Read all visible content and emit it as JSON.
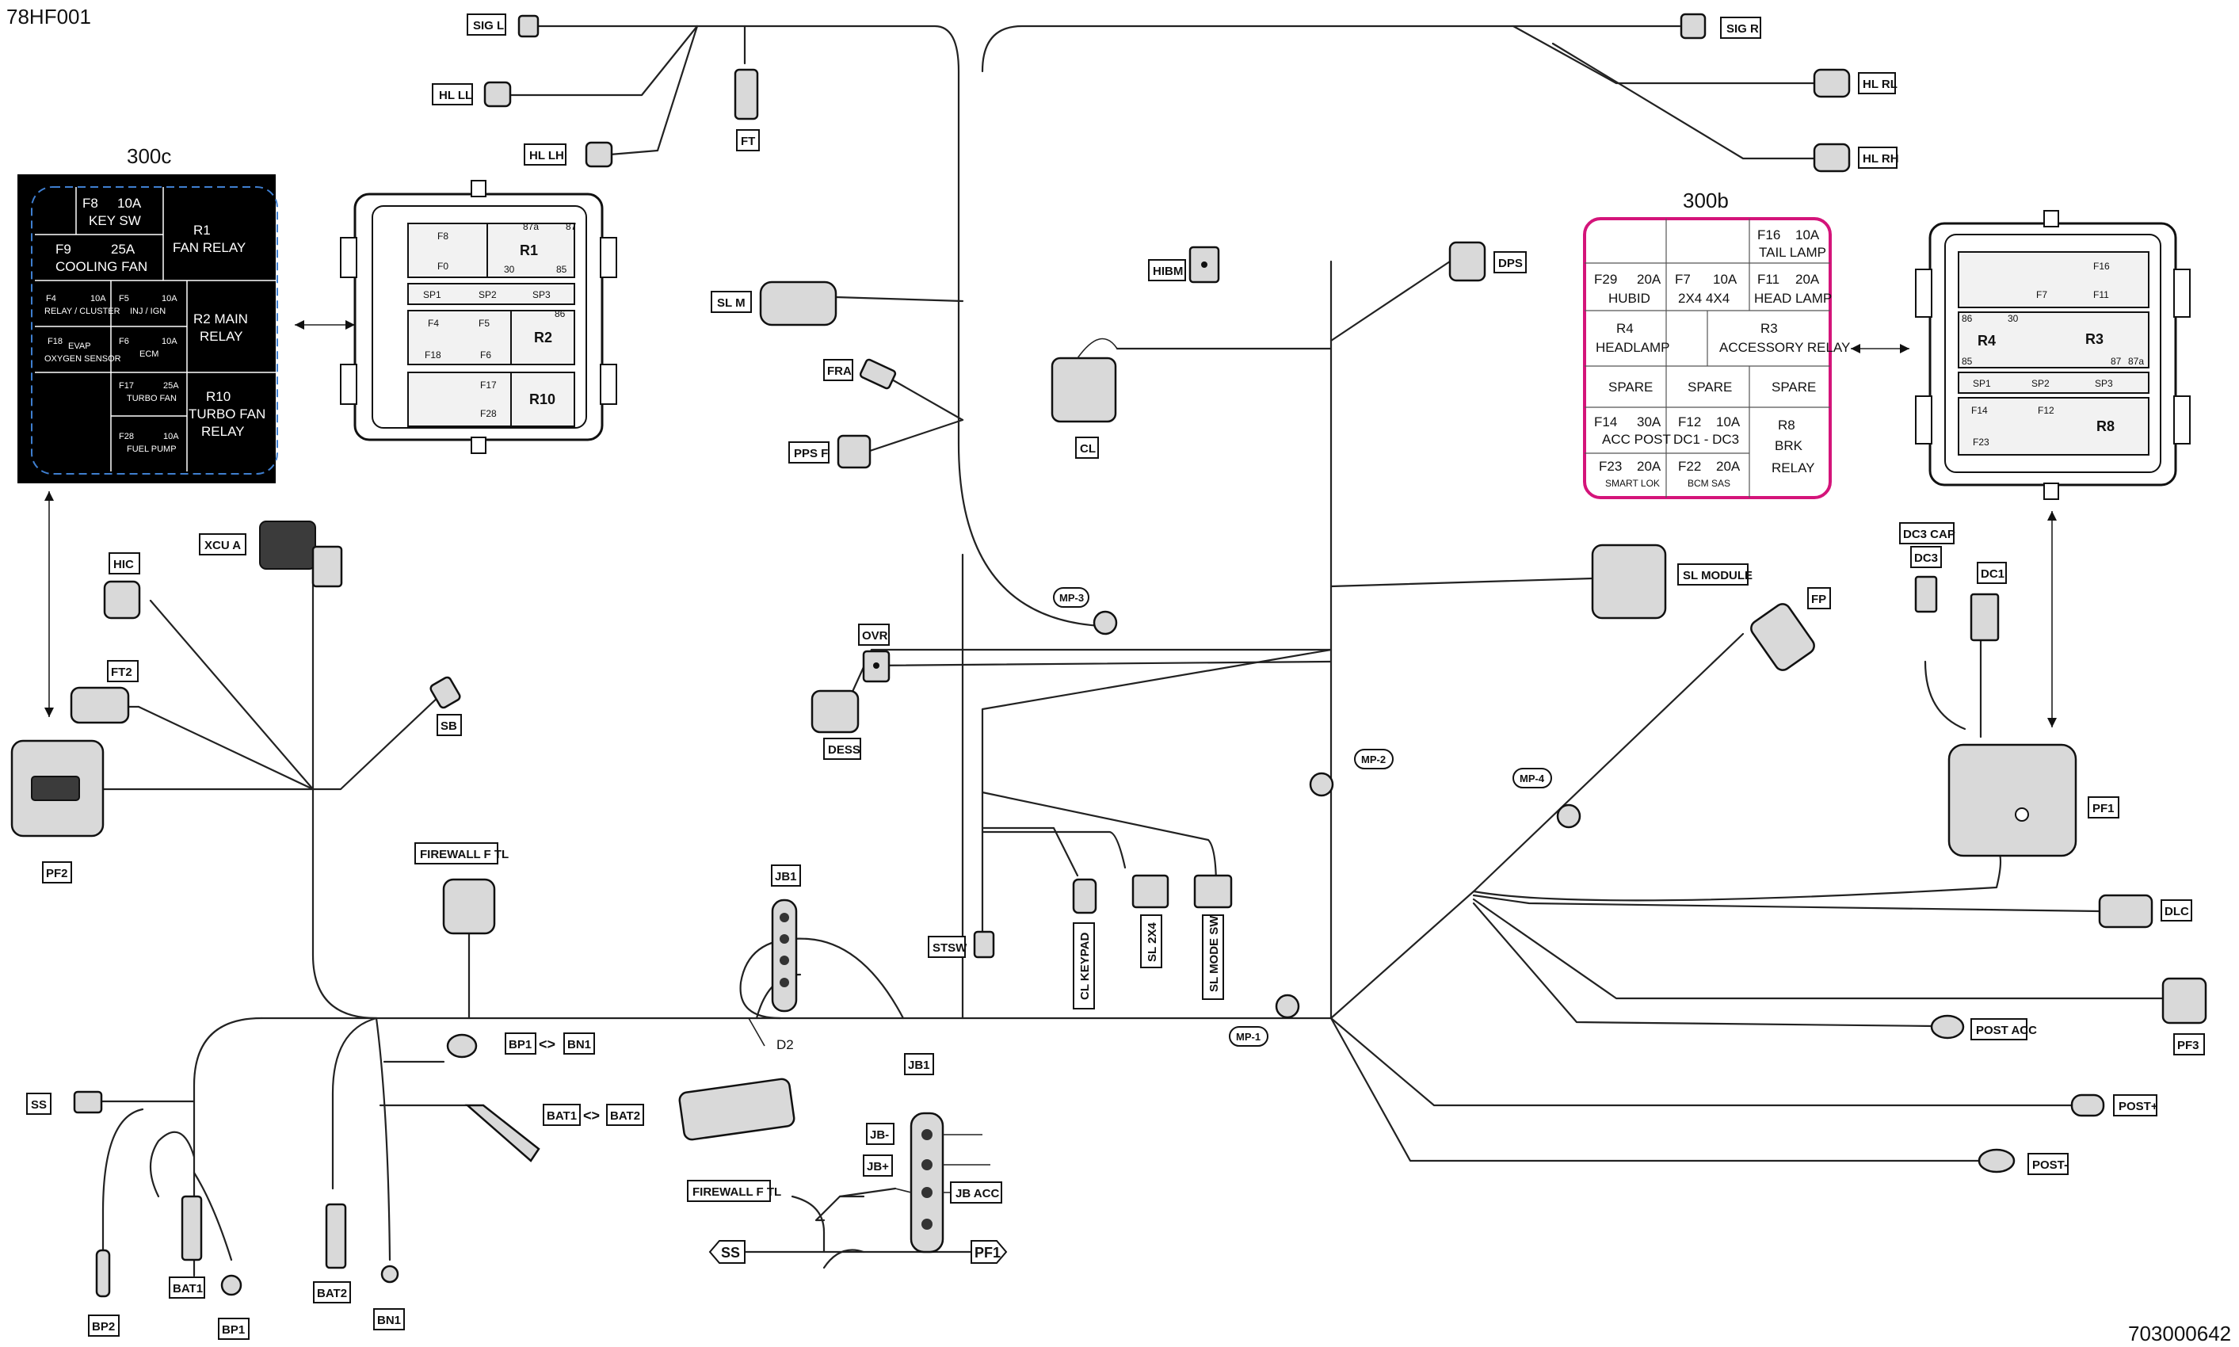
{
  "page": {
    "code_top_left": "78HF001",
    "code_bottom_right": "703000642"
  },
  "fusebox_300c": {
    "title": "300c",
    "cells": {
      "f8": "F8",
      "f8_amp": "10A",
      "f8_desc": "KEY SW",
      "f9": "F9",
      "f9_amp": "25A",
      "f9_desc": "COOLING FAN",
      "r1": "R1",
      "r1_desc": "FAN RELAY",
      "f4": "F4",
      "f4_amp": "10A",
      "f4_desc": "RELAY / CLUSTER",
      "f5": "F5",
      "f5_amp": "10A",
      "f5_desc": "INJ / IGN",
      "r2": "R2 MAIN",
      "r2_desc": "RELAY",
      "f18": "F18",
      "f18_desc1": "EVAP",
      "f18_desc2": "OXYGEN SENSOR",
      "f6": "F6",
      "f6_amp": "10A",
      "f6_desc": "ECM",
      "f17": "F17",
      "f17_amp": "25A",
      "f17_desc": "TURBO FAN",
      "r10": "R10",
      "r10_desc1": "TURBO FAN",
      "r10_desc2": "RELAY",
      "f28": "F28",
      "f28_amp": "10A",
      "f28_desc": "FUEL PUMP"
    }
  },
  "fusebox_300b": {
    "title": "300b",
    "cells": {
      "f16": "F16",
      "f16_amp": "10A",
      "f16_desc": "TAIL LAMP",
      "f29": "F29",
      "f29_amp": "20A",
      "f29_desc": "HUBID",
      "f7": "F7",
      "f7_amp": "10A",
      "f7_desc": "2X4  4X4",
      "f11": "F11",
      "f11_amp": "20A",
      "f11_desc": "HEAD LAMP",
      "r4": "R4",
      "r4_desc": "HEADLAMP",
      "r3": "R3",
      "r3_desc": "ACCESSORY RELAY",
      "spare1": "SPARE",
      "spare2": "SPARE",
      "spare3": "SPARE",
      "f14": "F14",
      "f14_amp": "30A",
      "f14_desc": "ACC POST",
      "f12": "F12",
      "f12_amp": "10A",
      "f12_desc": "DC1 - DC3",
      "r8": "R8",
      "r8_desc1": "BRK",
      "r8_desc2": "RELAY",
      "f23": "F23",
      "f23_amp": "20A",
      "f23_desc": "SMART LOK",
      "f22": "F22",
      "f22_amp": "20A",
      "f22_desc": "BCM SAS"
    }
  },
  "physical_box_left": {
    "f8": "F8",
    "r1": "R1",
    "f0": "F0",
    "sp1": "SP1",
    "sp2": "SP2",
    "sp3": "SP3",
    "f4": "F4",
    "f5": "F5",
    "r2": "R2",
    "f18": "F18",
    "f6": "F6",
    "f17": "F17",
    "f28": "F28",
    "r10": "R10",
    "t30": "30",
    "t85": "85",
    "t86": "86",
    "t87": "87",
    "t87a": "87a"
  },
  "physical_box_right": {
    "f16": "F16",
    "f7": "F7",
    "f11": "F11",
    "r4": "R4",
    "r3": "R3",
    "sp1": "SP1",
    "sp2": "SP2",
    "sp3": "SP3",
    "f14": "F14",
    "f12": "F12",
    "f23": "F23",
    "r8": "R8",
    "t30": "30",
    "t85": "85",
    "t86": "86",
    "t87": "87",
    "t87a": "87a"
  },
  "labels": {
    "sig_l": "SIG L",
    "hl_ll": "HL LL",
    "hl_lh": "HL LH",
    "ft": "FT",
    "sig_r": "SIG R",
    "hl_rl": "HL RL",
    "hl_rh": "HL RH",
    "sl_m": "SL M",
    "fra": "FRA",
    "pps_f": "PPS F",
    "hibm": "HIBM",
    "cl": "CL",
    "dps": "DPS",
    "xcu_a": "XCU A",
    "hic": "HIC",
    "ft2": "FT2",
    "sb": "SB",
    "pf2": "PF2",
    "ovr": "OVR",
    "dess": "DESS",
    "sl_module": "SL MODULE",
    "fp": "FP",
    "dc3_cap": "DC3 CAP",
    "dc3": "DC3",
    "dc1": "DC1",
    "pf1": "PF1",
    "dlc": "DLC",
    "pf3": "PF3",
    "post_acc": "POST ACC",
    "post_plus": "POST+",
    "post_minus": "POST-",
    "stsw": "STSW",
    "cl_keypad": "CL KEYPAD",
    "sl_2x4": "SL 2X4",
    "sl_mode_sw": "SL MODE SW",
    "jb1": "JB1",
    "jb1b": "JB1",
    "d2": "D2",
    "firewall_f_tl": "FIREWALL F TL",
    "firewall_f_tl2": "FIREWALL F TL",
    "bp1_bn1": "BP1",
    "bn1_a": "BN1",
    "bat1_bat2": "BAT1",
    "bat2_a": "BAT2",
    "link_sym": "<>",
    "ss": "SS",
    "bp2": "BP2",
    "bat1": "BAT1",
    "bp1": "BP1",
    "bat2": "BAT2",
    "bn1": "BN1",
    "jb_minus": "JB-",
    "jb_plus": "JB+",
    "jb_acc": "JB ACC",
    "ss_arrow": "SS",
    "pf1_arrow": "PF1"
  },
  "mp_labels": {
    "mp1": "MP-1",
    "mp2": "MP-2",
    "mp3": "MP-3",
    "mp4": "MP-4"
  }
}
